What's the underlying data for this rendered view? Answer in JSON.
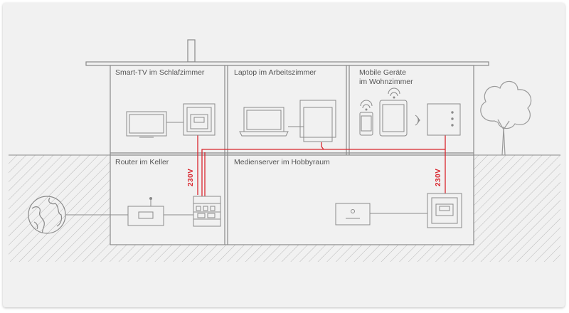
{
  "rooms": {
    "bedroom": "Smart-TV im Schlafzimmer",
    "office": "Laptop im Arbeitszimmer",
    "living": "Mobile Geräte\nim Wohnzimmer",
    "cellar": "Router im Keller",
    "hobby": "Medienserver im Hobbyraum"
  },
  "voltage": {
    "left": "230V",
    "right": "230V"
  },
  "colors": {
    "wire": "#d9262e",
    "line": "#8a8a8a",
    "background": "#f1f1f1"
  },
  "icons": [
    "globe-icon",
    "router-icon",
    "fuse-box-icon",
    "media-server-icon",
    "tv-icon",
    "laptop-icon",
    "smartphone-icon",
    "tablet-icon",
    "wifi-icon",
    "powerline-adapter-icon",
    "tree-icon"
  ]
}
